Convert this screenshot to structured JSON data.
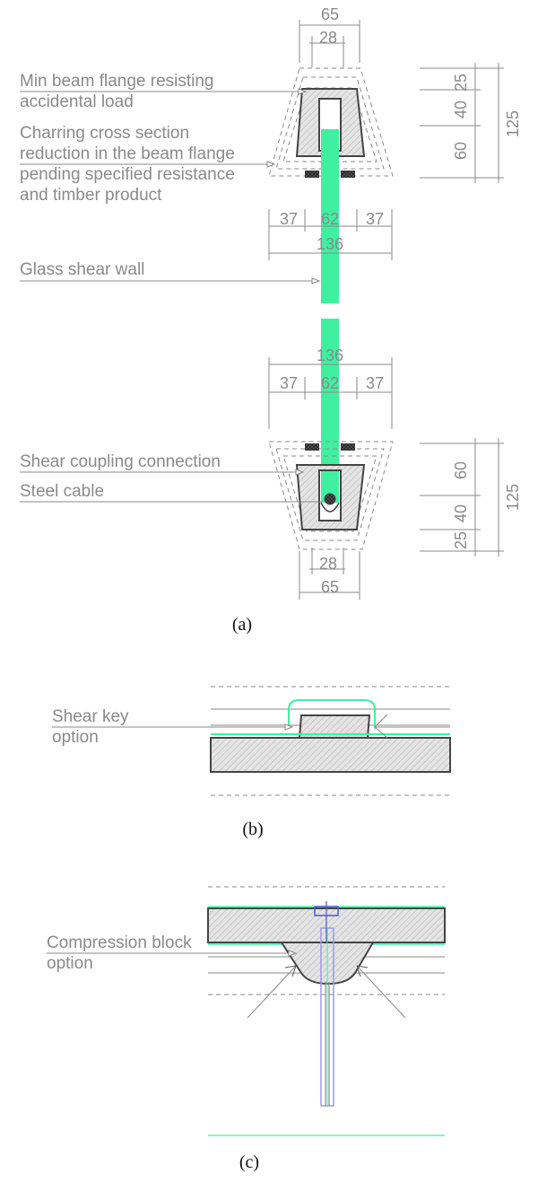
{
  "panel_a": {
    "labels": {
      "min_flange_1": "Min beam flange resisting",
      "min_flange_2": "accidental load",
      "charring_1": "Charring cross section",
      "charring_2": "reduction in the beam flange",
      "charring_3": "pending specified resistance",
      "charring_4": "and timber product",
      "glass_wall": "Glass shear wall",
      "shear_coupling": "Shear coupling connection",
      "steel_cable": "Steel cable"
    },
    "dims": {
      "top_width_outer": "65",
      "top_width_inner": "28",
      "right_a": "25",
      "right_b": "40",
      "right_c": "60",
      "right_total": "125",
      "mid_left": "37",
      "mid_center": "62",
      "mid_right": "37",
      "mid_total": "136",
      "bot_total": "136",
      "bot_left": "37",
      "bot_center": "62",
      "bot_right": "37",
      "bot_right_a": "60",
      "bot_right_b": "40",
      "bot_right_c": "25",
      "bot_right_total": "125",
      "bot_width_inner": "28",
      "bot_width_outer": "65"
    },
    "caption": "(a)"
  },
  "panel_b": {
    "label_1": "Shear key",
    "label_2": "option",
    "caption": "(b)"
  },
  "panel_c": {
    "label_1": "Compression block",
    "label_2": "option",
    "caption": "(c)"
  },
  "colors": {
    "glass": "#3ff0a0",
    "line": "#8a8a8a",
    "hatch": "#cfcfcf"
  }
}
